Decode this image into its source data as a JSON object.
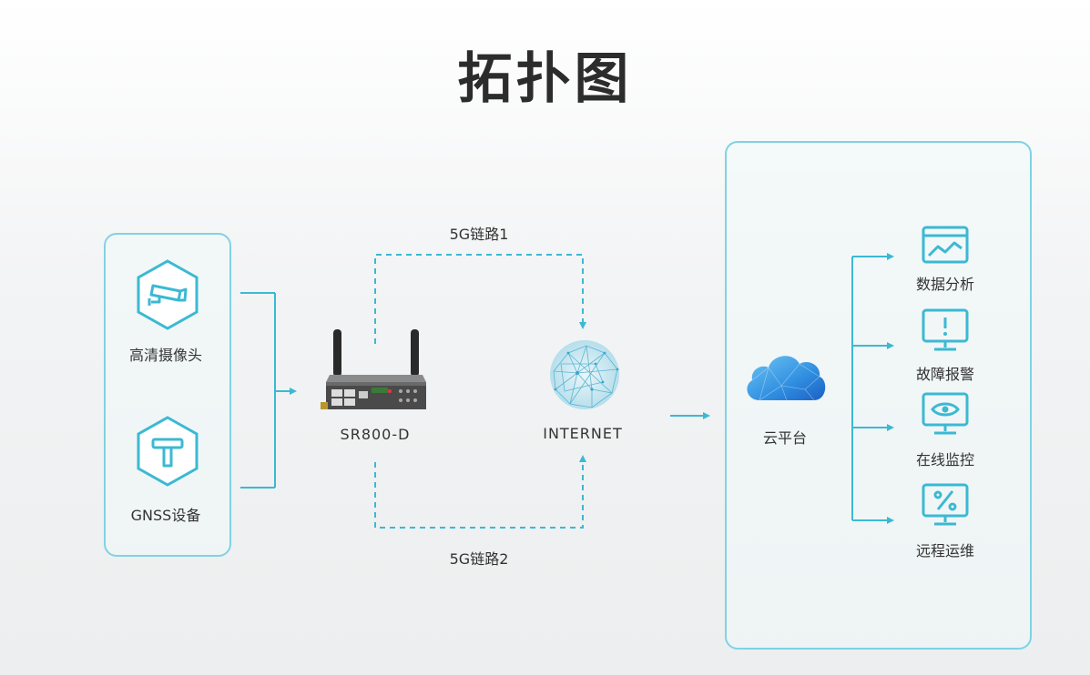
{
  "title": "拓扑图",
  "devices": [
    {
      "label": "高清摄像头",
      "icon": "camera-icon"
    },
    {
      "label": "GNSS设备",
      "icon": "gnss-antenna-icon"
    }
  ],
  "router": {
    "label": "SR800-D"
  },
  "links": [
    {
      "label": "5G链路1"
    },
    {
      "label": "5G链路2"
    }
  ],
  "internet": {
    "label": "INTERNET"
  },
  "cloud": {
    "label": "云平台",
    "services": [
      {
        "label": "数据分析",
        "icon": "data-chart-icon"
      },
      {
        "label": "故障报警",
        "icon": "alert-monitor-icon"
      },
      {
        "label": "在线监控",
        "icon": "eye-monitor-icon"
      },
      {
        "label": "远程运维",
        "icon": "percent-monitor-icon"
      }
    ]
  },
  "colors": {
    "accent": "#3bb9d3",
    "panel_border": "#7fd3e3",
    "title": "#2c2c2c"
  }
}
